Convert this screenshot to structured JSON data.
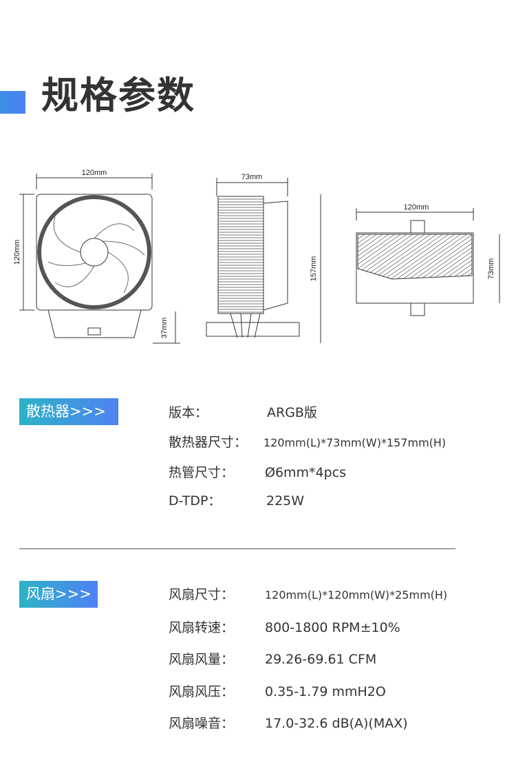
{
  "title": "规格参数",
  "drawings": {
    "front": {
      "width": "120mm",
      "height": "120mm",
      "base": "37mm"
    },
    "side": {
      "width": "73mm",
      "height": "157mm"
    },
    "top": {
      "width": "120mm",
      "height": "73mm"
    }
  },
  "heatsink": {
    "badge": "散热器>>>",
    "rows": [
      {
        "label": "版本：",
        "value": "ARGB版"
      },
      {
        "label": "散热器尺寸：",
        "value": "120mm(L)*73mm(W)*157mm(H)"
      },
      {
        "label": "热管尺寸：",
        "value": "Ø6mm*4pcs"
      },
      {
        "label": "D-TDP：",
        "value": "225W"
      }
    ]
  },
  "fan": {
    "badge": "风扇>>>",
    "rows": [
      {
        "label": "风扇尺寸：",
        "value": "120mm(L)*120mm(W)*25mm(H)"
      },
      {
        "label": "风扇转速：",
        "value": "800-1800 RPM±10%"
      },
      {
        "label": "风扇风量：",
        "value": "29.26-69.61 CFM"
      },
      {
        "label": "风扇风压：",
        "value": "0.35-1.79 mmH2O"
      },
      {
        "label": "风扇噪音：",
        "value": "17.0-32.6 dB(A)(MAX)"
      }
    ]
  }
}
